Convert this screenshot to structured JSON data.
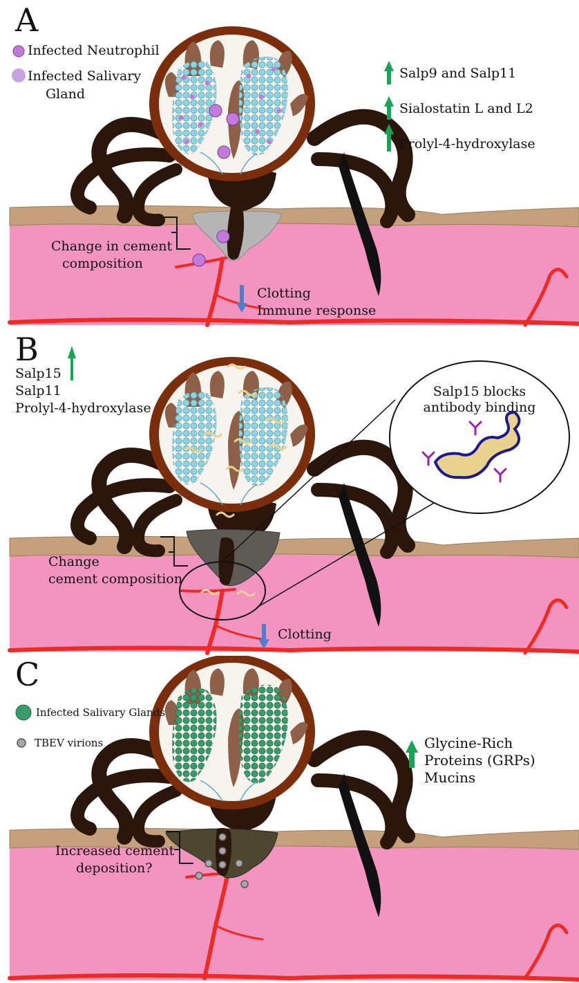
{
  "panels": [
    {
      "letter": "A",
      "legend": [
        {
          "icon": "infected-neutrophil-icon",
          "label": "Infected Neutrophil"
        },
        {
          "icon": "infected-salivary-gland-icon",
          "label_lines": [
            "Infected Salivary",
            "Gland"
          ]
        }
      ],
      "upregulated": [
        "Salp9 and Salp11",
        "Sialostatin L and L2",
        "Prolyl-4-hydroxylase"
      ],
      "cement_label": [
        "Change in cement",
        "composition"
      ],
      "downregulated": [
        "Clotting",
        "Immune response"
      ]
    },
    {
      "letter": "B",
      "upregulated": [
        "Salp15",
        "Salp11",
        "Prolyl-4-hydroxylase"
      ],
      "inset_title": [
        "Salp15 blocks",
        "antibody binding"
      ],
      "cement_label": [
        "Change",
        "cement composition"
      ],
      "downregulated": [
        "Clotting"
      ]
    },
    {
      "letter": "C",
      "legend": [
        {
          "icon": "infected-salivary-glands-icon",
          "label": "Infected Salivary Glands"
        },
        {
          "icon": "tbev-virion-icon",
          "label": "TBEV virions"
        }
      ],
      "upregulated": [
        "Glycine-Rich",
        "Proteins (GRPs)",
        "Mucins"
      ],
      "cement_label": [
        "Increased cement",
        "deposition?"
      ]
    }
  ],
  "colors": {
    "skin": "#f394c0",
    "epidermis": "#c4a07c",
    "blood_vessel": "#ee2a24",
    "tick_body": "#2b160b",
    "scutum_rim": "#7a2e0c",
    "gland_brown": "#8e6048",
    "gland_cells_a_b": "#8fd3e0",
    "gland_cells_c": "#3a9a6c",
    "infected_marker": "#c27bd9",
    "salp15_protein": "#e8d28e",
    "antibody": "#9b1fb0",
    "up_arrow": "#17a455",
    "down_arrow": "#4f7fc8",
    "cement_a": "#b5b5b5",
    "cement_b": "#5e5a55",
    "cement_c": "#4f4632",
    "virion": "#a8a8a8"
  }
}
